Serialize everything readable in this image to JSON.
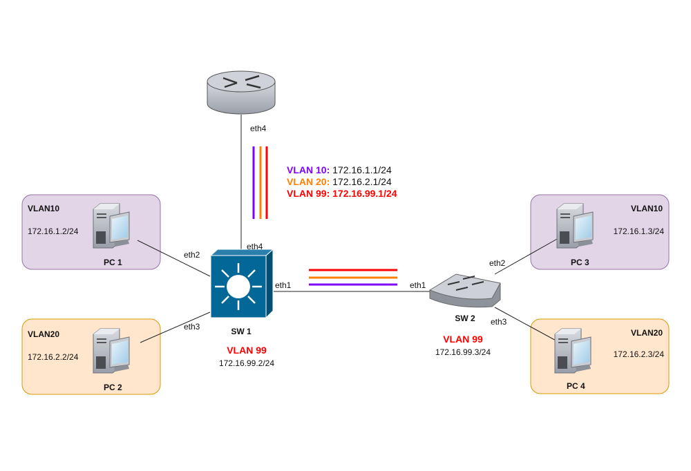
{
  "colors": {
    "vlan10": "#7f00ff",
    "vlan20": "#ff8000",
    "vlan99": "#ff0000",
    "vlan10_box": "#e1d5e7",
    "vlan20_box": "#ffe6cc",
    "sw1": "#036897"
  },
  "router": {
    "port": "eth4"
  },
  "router_legend": [
    {
      "vlan": "VLAN 10:",
      "ip": "172.16.1.1/24"
    },
    {
      "vlan": "VLAN 20:",
      "ip": "172.16.2.1/24"
    },
    {
      "vlan": "VLAN 99:",
      "ip": "172.16.99.1/24"
    }
  ],
  "sw1": {
    "name": "SW 1",
    "vlan": "VLAN 99",
    "ip": "172.16.99.2/24",
    "ports": {
      "eth1": "eth1",
      "eth2": "eth2",
      "eth3": "eth3",
      "eth4": "eth4"
    }
  },
  "sw2": {
    "name": "SW 2",
    "vlan": "VLAN 99",
    "ip": "172.16.99.3/24",
    "ports": {
      "eth1": "eth1",
      "eth2": "eth2",
      "eth3": "eth3"
    }
  },
  "pcs": [
    {
      "name": "PC 1",
      "vlan": "VLAN10",
      "ip": "172.16.1.2/24"
    },
    {
      "name": "PC 2",
      "vlan": "VLAN20",
      "ip": "172.16.2.2/24"
    },
    {
      "name": "PC 3",
      "vlan": "VLAN10",
      "ip": "172.16.1.3/24"
    },
    {
      "name": "PC 4",
      "vlan": "VLAN20",
      "ip": "172.16.2.3/24"
    }
  ]
}
